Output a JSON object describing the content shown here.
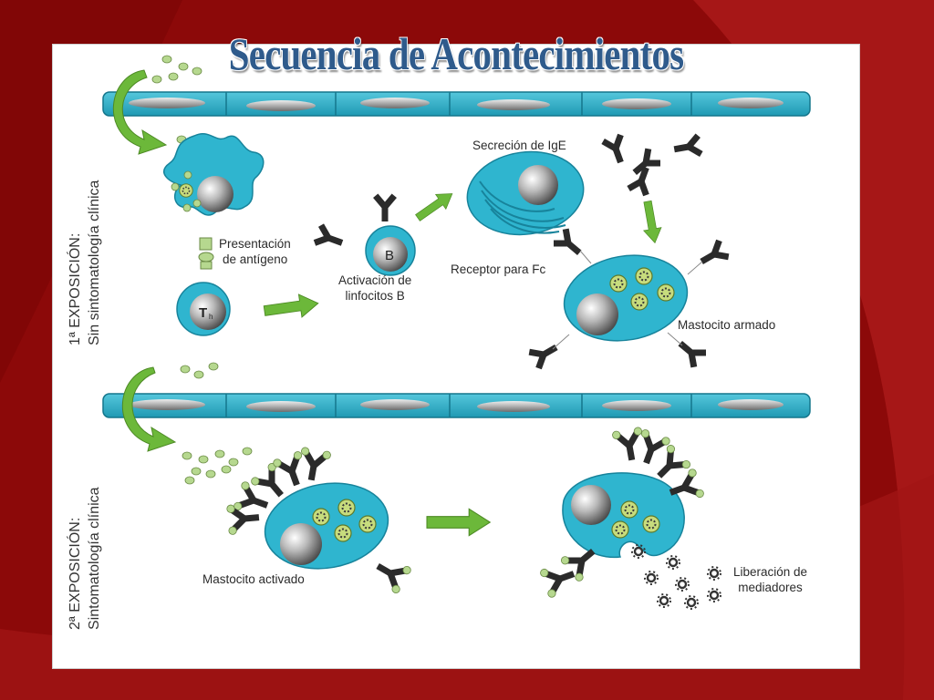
{
  "slide": {
    "title": "Secuencia de Acontecimientos"
  },
  "section1": {
    "label_line1": "1ª EXPOSICIÓN:",
    "label_line2": "Sin sintomatología clínica"
  },
  "section2": {
    "label_line1": "2ª EXPOSICIÓN:",
    "label_line2": "Sintomatología clínica"
  },
  "labels": {
    "presentation_l1": "Presentación",
    "presentation_l2": "de antígeno",
    "th_cell": "T",
    "th_sub": "h",
    "b_cell": "B",
    "b_activation_l1": "Activación de",
    "b_activation_l2": "linfocitos B",
    "ige_secretion": "Secreción de IgE",
    "fc_receptor": "Receptor para Fc",
    "armed_mast": "Mastocito armado",
    "activated_mast": "Mastocito activado",
    "mediators_l1": "Liberación de",
    "mediators_l2": "mediadores"
  },
  "colors": {
    "slide_background": "#8f0a0a",
    "cell": "#2fb5cf",
    "cell_dark": "#17839b",
    "arrow": "#6cb83a",
    "antigen": "#b6d88f",
    "title": "#2f5b8c"
  }
}
